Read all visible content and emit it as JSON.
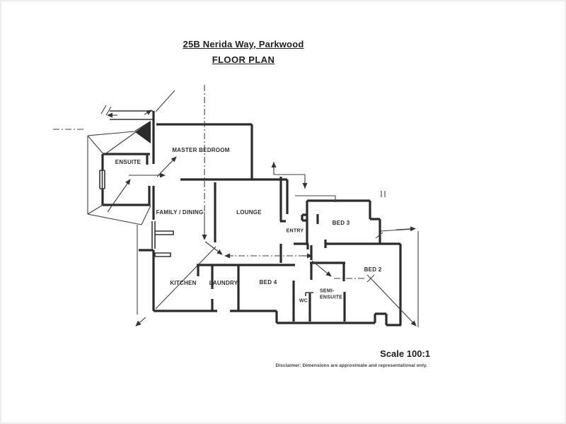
{
  "header": {
    "address": "25B Nerida Way, Parkwood",
    "plan_type": "FLOOR PLAN"
  },
  "rooms": [
    {
      "id": "ensuite",
      "label": "ENSUITE"
    },
    {
      "id": "master-bedroom",
      "label": "MASTER BEDROOM"
    },
    {
      "id": "family-dining",
      "label": "FAMILY / DINING"
    },
    {
      "id": "lounge",
      "label": "LOUNGE"
    },
    {
      "id": "entry",
      "label": "ENTRY"
    },
    {
      "id": "bed3",
      "label": "BED 3"
    },
    {
      "id": "bed2",
      "label": "BED 2"
    },
    {
      "id": "kitchen",
      "label": "KITCHEN"
    },
    {
      "id": "laundry",
      "label": "LAUNDRY"
    },
    {
      "id": "bed4",
      "label": "BED 4"
    },
    {
      "id": "wc",
      "label": "WC"
    },
    {
      "id": "semi-ensuite",
      "label": "SEMI-\nENSUITE"
    }
  ],
  "footer": {
    "scale": "Scale 100:1",
    "disclaimer": "Disclaimer: Dimensions are approximate and representational only."
  },
  "colors": {
    "ink": "#2b2b2b",
    "thin_line": "#3f3f3f",
    "paper": "#ffffff"
  }
}
